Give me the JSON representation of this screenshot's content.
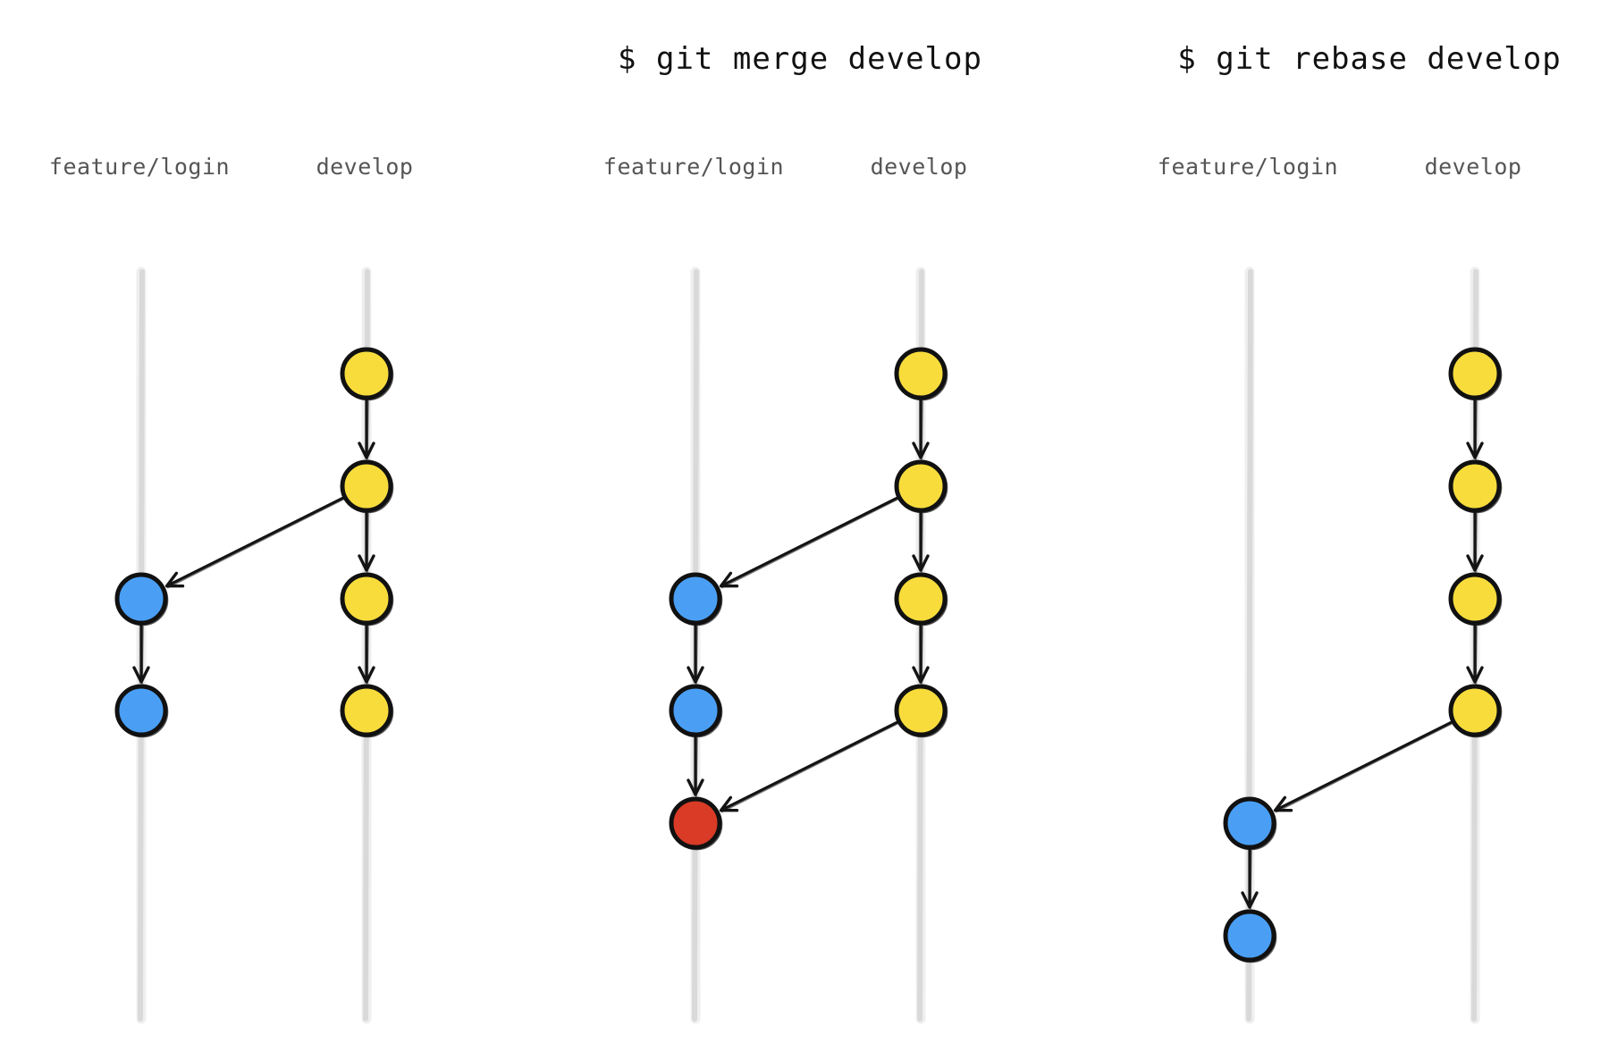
{
  "panels": [
    {
      "command": "",
      "lanes": [
        "feature/login",
        "develop"
      ],
      "commits": [
        {
          "lane": 1,
          "row": 0,
          "color": "#f7dc3c"
        },
        {
          "lane": 1,
          "row": 1,
          "color": "#f7dc3c"
        },
        {
          "lane": 1,
          "row": 2,
          "color": "#f7dc3c"
        },
        {
          "lane": 1,
          "row": 3,
          "color": "#f7dc3c"
        },
        {
          "lane": 0,
          "row": 2,
          "color": "#4a9ff5"
        },
        {
          "lane": 0,
          "row": 3,
          "color": "#4a9ff5"
        }
      ],
      "edges": [
        [
          0,
          1
        ],
        [
          1,
          2
        ],
        [
          2,
          3
        ],
        [
          1,
          4
        ],
        [
          4,
          5
        ]
      ]
    },
    {
      "command": "$ git merge develop",
      "lanes": [
        "feature/login",
        "develop"
      ],
      "commits": [
        {
          "lane": 1,
          "row": 0,
          "color": "#f7dc3c"
        },
        {
          "lane": 1,
          "row": 1,
          "color": "#f7dc3c"
        },
        {
          "lane": 1,
          "row": 2,
          "color": "#f7dc3c"
        },
        {
          "lane": 1,
          "row": 3,
          "color": "#f7dc3c"
        },
        {
          "lane": 0,
          "row": 2,
          "color": "#4a9ff5"
        },
        {
          "lane": 0,
          "row": 3,
          "color": "#4a9ff5"
        },
        {
          "lane": 0,
          "row": 4,
          "color": "#d93b26"
        }
      ],
      "edges": [
        [
          0,
          1
        ],
        [
          1,
          2
        ],
        [
          2,
          3
        ],
        [
          1,
          4
        ],
        [
          4,
          5
        ],
        [
          5,
          6
        ],
        [
          3,
          6
        ]
      ]
    },
    {
      "command": "$ git rebase develop",
      "lanes": [
        "feature/login",
        "develop"
      ],
      "commits": [
        {
          "lane": 1,
          "row": 0,
          "color": "#f7dc3c"
        },
        {
          "lane": 1,
          "row": 1,
          "color": "#f7dc3c"
        },
        {
          "lane": 1,
          "row": 2,
          "color": "#f7dc3c"
        },
        {
          "lane": 1,
          "row": 3,
          "color": "#f7dc3c"
        },
        {
          "lane": 0,
          "row": 4,
          "color": "#4a9ff5"
        },
        {
          "lane": 0,
          "row": 5,
          "color": "#4a9ff5"
        }
      ],
      "edges": [
        [
          0,
          1
        ],
        [
          1,
          2
        ],
        [
          2,
          3
        ],
        [
          3,
          4
        ],
        [
          4,
          5
        ]
      ]
    }
  ]
}
